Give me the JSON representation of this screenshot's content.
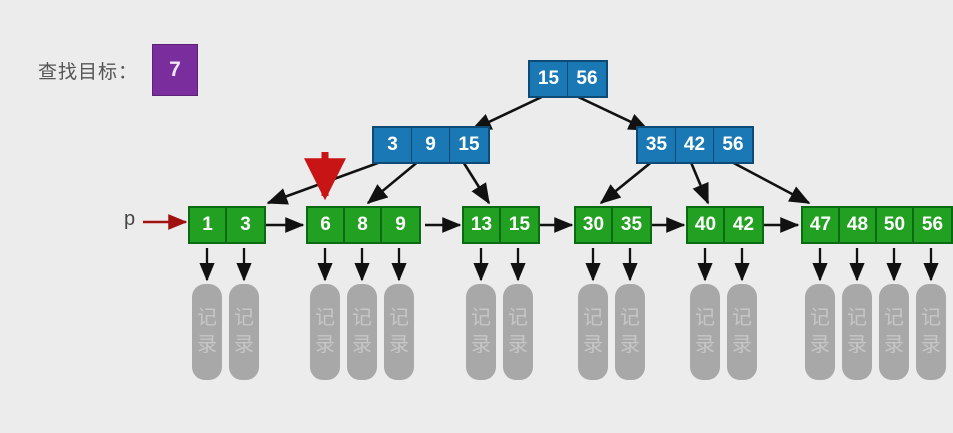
{
  "diagram": {
    "title_label": "查找目标：",
    "target_value": "7",
    "pointer_label": "p",
    "record_label_chars": [
      "记",
      "录"
    ],
    "colors": {
      "background": "#ececec",
      "internal_node": "#1a78b4",
      "internal_border": "#0d4a75",
      "leaf_node": "#22a022",
      "leaf_border": "#0a6b12",
      "target_box": "#7a2e9e",
      "record_box": "#a8a8a8",
      "record_text": "#c6c6c6",
      "edge": "#111111",
      "pointer_arrow": "#a01010",
      "highlight_arrow": "#c81414"
    }
  },
  "tree": {
    "root": {
      "keys": [
        "15",
        "56"
      ]
    },
    "internal": [
      {
        "keys": [
          "3",
          "9",
          "15"
        ]
      },
      {
        "keys": [
          "35",
          "42",
          "56"
        ]
      }
    ],
    "leaves": [
      {
        "keys": [
          "1",
          "3"
        ]
      },
      {
        "keys": [
          "6",
          "8",
          "9"
        ]
      },
      {
        "keys": [
          "13",
          "15"
        ]
      },
      {
        "keys": [
          "30",
          "35"
        ]
      },
      {
        "keys": [
          "40",
          "42"
        ]
      },
      {
        "keys": [
          "47",
          "48",
          "50",
          "56"
        ]
      }
    ]
  }
}
